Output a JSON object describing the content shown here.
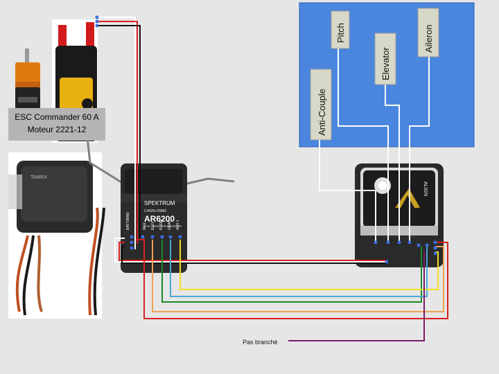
{
  "esc_caption": {
    "line1": "ESC Commander 60 A",
    "line2": "Moteur 2221-12"
  },
  "servo_labels": {
    "anti_couple": "Anti-Couple",
    "pitch": "Pitch",
    "elevator": "Elevator",
    "aileron": "Aileron"
  },
  "receiver": {
    "brand": "SPEKTRUM",
    "band": "2.4GHz DSM2",
    "model": "AR6200",
    "subtitle": "6 CH. SATELLITE RECEIVER",
    "channels": [
      "BATT/BIND",
      "AILE",
      "ELEV",
      "RUDD",
      "GEAR",
      "AUX 1"
    ]
  },
  "satellite_brand": "TAMRX",
  "gyro_brand": "ALIGN",
  "not_connected_label": "Pas branché",
  "colors": {
    "background": "#e6e6e6",
    "servo_panel": "#4a86de",
    "caption_box": "#b4b4b4",
    "wire_red": "#d62020",
    "wire_orange": "#f0a050",
    "wire_green": "#1a8a2a",
    "wire_blue": "#4aa8d8",
    "wire_yellow": "#f0e020",
    "wire_purple": "#7a1a6a",
    "wire_white": "#ffffff",
    "wire_black": "#111111"
  }
}
